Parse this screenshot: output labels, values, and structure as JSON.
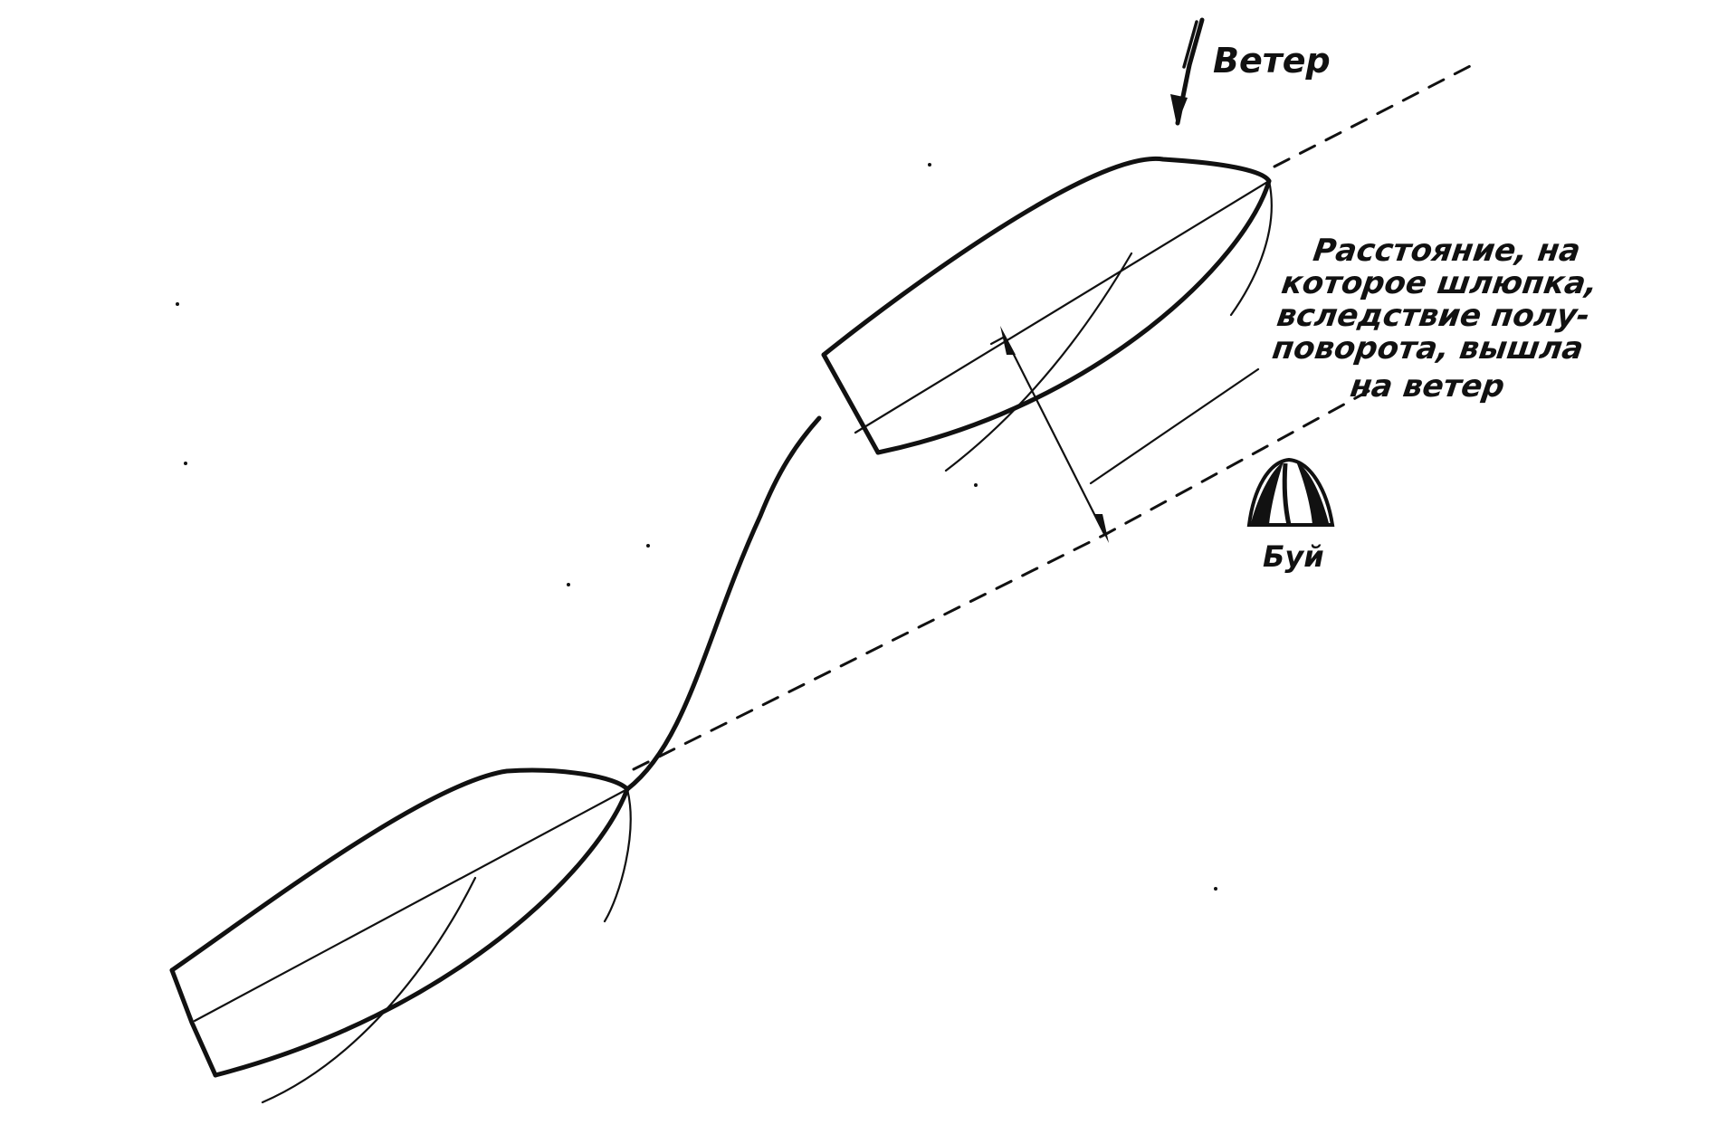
{
  "labels": {
    "wind": "Ветер",
    "distance": [
      "Расстояние, на",
      "которое шлюпка,",
      "вследствие полу-",
      "поворота, вышла",
      "на ветер"
    ],
    "buoy": "Буй"
  },
  "colors": {
    "ink": "#111111",
    "background": "#ffffff"
  }
}
